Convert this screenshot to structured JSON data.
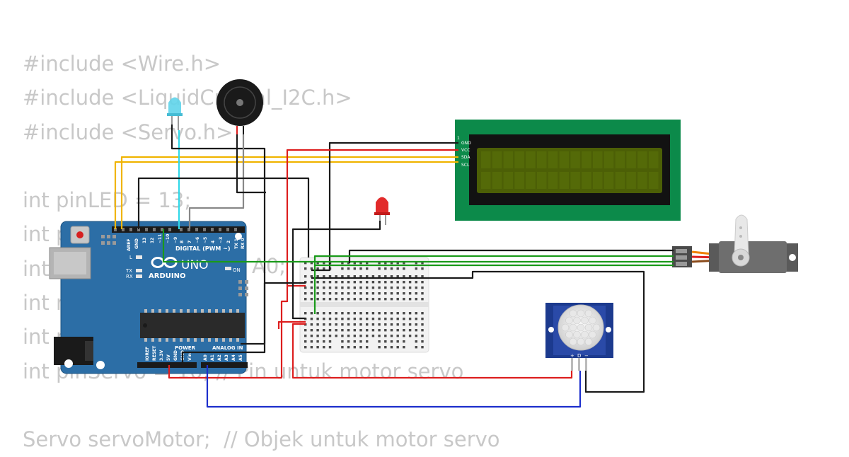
{
  "code_lines": [
    "#include <Wire.h>",
    "#include <LiquidCrystal_I2C.h>",
    "#include <Servo.h>",
    "",
    "int pinLED = 13;",
    "int p",
    "int",
    "int r",
    "int r",
    "int pinServo = 10; // Pin untuk motor servo",
    "",
    "Servo servoMotor;  // Objek untuk motor servo"
  ],
  "code_fragment": "A0;",
  "arduino": {
    "model": "UNO",
    "brand": "ARDUINO",
    "digital_label": "DIGITAL (PWM ~)",
    "power_label": "POWER",
    "analog_label": "ANALOG IN",
    "on_label": "ON",
    "l_label": "L",
    "tx_label": "TX",
    "rx_label": "RX",
    "top_pins": [
      "AREF",
      "GND",
      "13",
      "12",
      "~11",
      "~10",
      "~9",
      "8",
      "7",
      "~6",
      "~5",
      "4",
      "~3",
      "2",
      "TX 1",
      "RX 0"
    ],
    "power_pins": [
      "IOREF",
      "RESET",
      "3.3V",
      "5V",
      "GND",
      "GND",
      "Vin"
    ],
    "analog_pins": [
      "A0",
      "A1",
      "A2",
      "A3",
      "A4",
      "A5"
    ]
  },
  "lcd": {
    "pins": [
      "GND",
      "VCC",
      "SDA",
      "SCL"
    ],
    "pin_one": "1"
  },
  "pir": {
    "pins": [
      "+",
      "D",
      "−"
    ]
  },
  "colors": {
    "board": "#2c6ea6",
    "lcd_pcb": "#0c8a4a",
    "lcd_screen": "#4c5f06",
    "wire_red": "#dd1e1e",
    "wire_black": "#1a1a1a",
    "wire_yellow": "#f0b400",
    "wire_green": "#1a9a1a",
    "wire_blue": "#1c2ecc",
    "wire_cyan": "#30d8e8",
    "wire_gray": "#888888",
    "pir_board": "#1c3a8e"
  }
}
